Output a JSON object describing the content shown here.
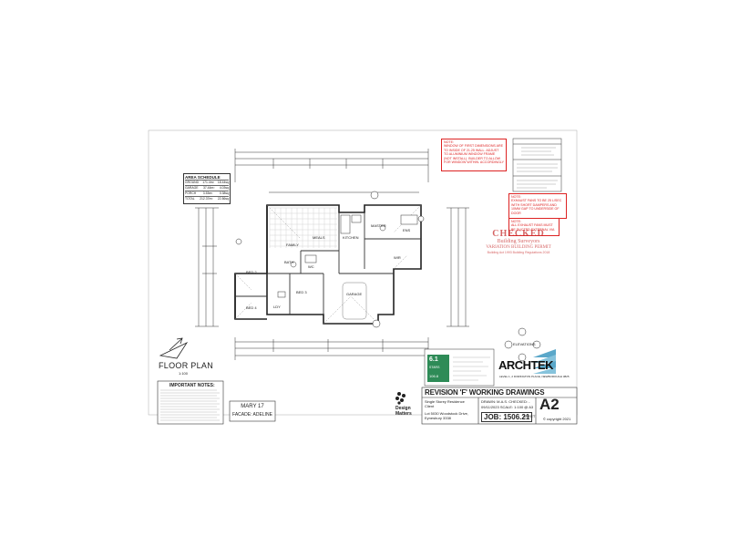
{
  "sheet": {
    "plan_title": "FLOOR PLAN",
    "plan_scale": "1:100",
    "house_name": "MARY 17",
    "facade": "FACADE: ADELINE",
    "revision": "REVISION 'F' WORKING DRAWINGS",
    "sheet_size": "A2",
    "sheet_label": "SHEET",
    "job_label": "JOB:",
    "job_number": "1506.21",
    "copyright": "© copyright 2021",
    "drawn": "DRAWN:  M.A.S.  CHECKED: -",
    "date_scale": "09/11/2023   SCALE: 1:100 @ A3",
    "project": "Single Storey Residence",
    "client": "Client",
    "address_line1": "Lot 5030 Woodstock Drive,",
    "address_line2": "Eynesbury 3338"
  },
  "notes": {
    "top_red": "NOTE:\nWINDOW OF FIRST DIMENSIONS ARE TO INSIDE OF 21.25 WALL. ADJUST TO ALUMINIUM WINDOW FRAME (NOT INSTALL). BUILDER TO ALLOW FOR WINDOW WITHIN. ACCORDINGLY",
    "right_red_1": "NOTE:\nEXHAUST FANS TO BE 25 L/SEC WITH SHORT DAMPERS AND 10MM GAP TO UNDERSIDE OF DOOR",
    "right_red_2": "NOTE:\nALL EXHAUST FANS MUST BE DUCTED EXTERNAL VIA",
    "important_title": "IMPORTANT NOTES:"
  },
  "stamp": {
    "line1": "CHECKED",
    "line2": "Building Surveyors",
    "line3": "VARIATION BUILDING PERMIT",
    "line4": "Building Act 1993 Building Regulations 2018"
  },
  "area_schedule": {
    "title": "AREA SCHEDULE",
    "rows": [
      [
        "GROUND",
        "171.4m²",
        "18.44sq"
      ],
      [
        "GARAGE",
        "37.44m²",
        "4.03sq"
      ],
      [
        "PORCH",
        "3.53m²",
        "0.38sq"
      ],
      [
        "TOTAL",
        "212.37m²",
        "22.86sq"
      ]
    ]
  },
  "energy": {
    "rating": "6.1",
    "stars": "STARS",
    "score": "106.8"
  },
  "rooms": {
    "meals": "MEALS",
    "family": "FAMILY",
    "kitchen": "KITCHEN",
    "master": "MASTER",
    "bed2": "BED 2",
    "bed3": "BED 3",
    "bed4": "BED 4",
    "garage": "GARAGE",
    "bath": "BATH",
    "wc": "WC",
    "ldy": "LDY",
    "ens": "ENS",
    "wir": "WIR",
    "elevations": "ELEVATIONS"
  },
  "logos": {
    "designmatters": "Design Matters",
    "archtek": "ARCHTEK",
    "archtek_address": "LEVEL 1, 2 DORINGTON PLACE, NEWBOROUGH 3825"
  },
  "colors": {
    "red_note": "#d22222",
    "line": "#333333",
    "stamp_red": "#c83030",
    "archtek_blue": "#5aa7c9",
    "energy_green": "#2e8b57"
  }
}
